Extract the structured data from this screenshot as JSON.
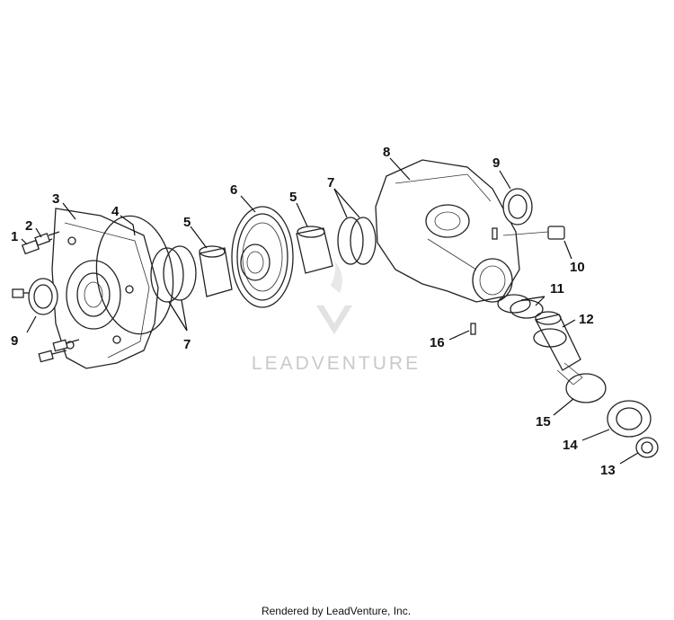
{
  "callouts": [
    {
      "id": "c1",
      "label": "1"
    },
    {
      "id": "c2",
      "label": "2"
    },
    {
      "id": "c3",
      "label": "3"
    },
    {
      "id": "c4",
      "label": "4"
    },
    {
      "id": "c5a",
      "label": "5"
    },
    {
      "id": "c6",
      "label": "6"
    },
    {
      "id": "c5b",
      "label": "5"
    },
    {
      "id": "c7a",
      "label": "7"
    },
    {
      "id": "c8",
      "label": "8"
    },
    {
      "id": "c9a",
      "label": "9"
    },
    {
      "id": "c9b",
      "label": "9"
    },
    {
      "id": "c10",
      "label": "10"
    },
    {
      "id": "c11",
      "label": "11"
    },
    {
      "id": "c12",
      "label": "12"
    },
    {
      "id": "c7b",
      "label": "7"
    },
    {
      "id": "c16",
      "label": "16"
    },
    {
      "id": "c15",
      "label": "15"
    },
    {
      "id": "c14",
      "label": "14"
    },
    {
      "id": "c13",
      "label": "13"
    }
  ],
  "watermark": {
    "brand": "LEADVENTURE"
  },
  "footer": {
    "text": "Rendered by LeadVenture, Inc."
  }
}
